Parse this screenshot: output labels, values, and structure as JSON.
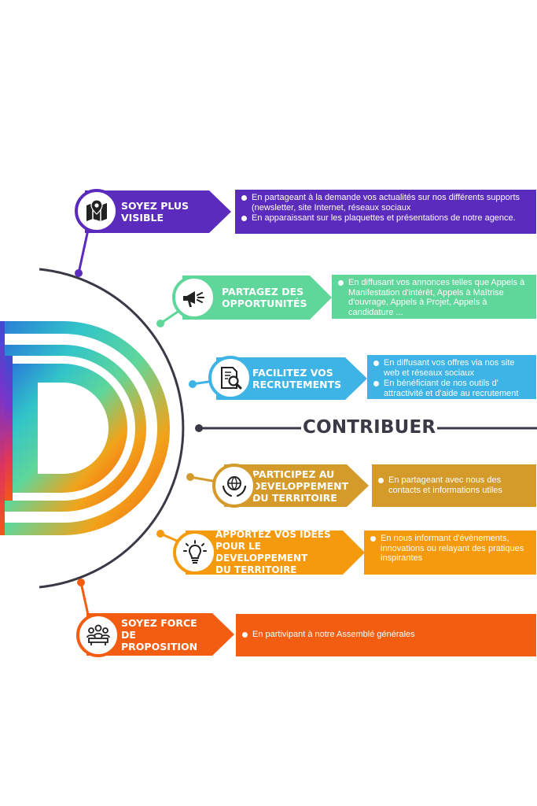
{
  "center_label": "CONTRIBUER",
  "colors": {
    "purple": "#5b2bbd",
    "green": "#5fd69a",
    "blue": "#3db3e6",
    "gold": "#d49a2a",
    "orange": "#f59a0c",
    "red_orange": "#f35d12",
    "arc": "#3a3a46"
  },
  "items": [
    {
      "title": "SOYEZ PLUS\nVISIBLE",
      "icon": "map-pin-icon",
      "bullets": [
        "En partageant à la demande vos actualités sur nos différents supports (newsletter, site Internet, réseaux sociaux",
        "En apparaissant sur les plaquettes et présentations de notre agence."
      ]
    },
    {
      "title": "PARTAGEZ DES\nOPPORTUNITÉS",
      "icon": "megaphone-icon",
      "bullets": [
        "En diffusant vos annonces telles que Appels à Manifestation d'intérêt, Appels à Maîtrise d'ouvrage, Appels à Projet, Appels à candidature ..."
      ]
    },
    {
      "title": "FACILITEZ VOS\nRECRUTEMENTS",
      "icon": "document-search-icon",
      "bullets": [
        "En diffusant vos offres via nos site web et réseaux sociaux",
        "En bénéficiant de nos outils d' attractivité et d'aide au recrutement"
      ]
    },
    {
      "title": "PARTICIPEZ AU\nDEVELOPPEMENT\nDU TERRITOIRE",
      "icon": "globe-hands-icon",
      "bullets": [
        "En partageant avec nous des contacts et informations utiles"
      ]
    },
    {
      "title": "APPORTEZ VOS IDÉES\nPOUR LE DEVELOPPEMENT\nDU TERRITOIRE",
      "icon": "lightbulb-icon",
      "bullets": [
        "En nous informant d'évènements, innovations ou relayant des pratiques inspirantes"
      ]
    },
    {
      "title": "SOYEZ FORCE\nDE PROPOSITION",
      "icon": "meeting-icon",
      "bullets": [
        "En partivipant à notre Assemblé générales"
      ]
    }
  ]
}
